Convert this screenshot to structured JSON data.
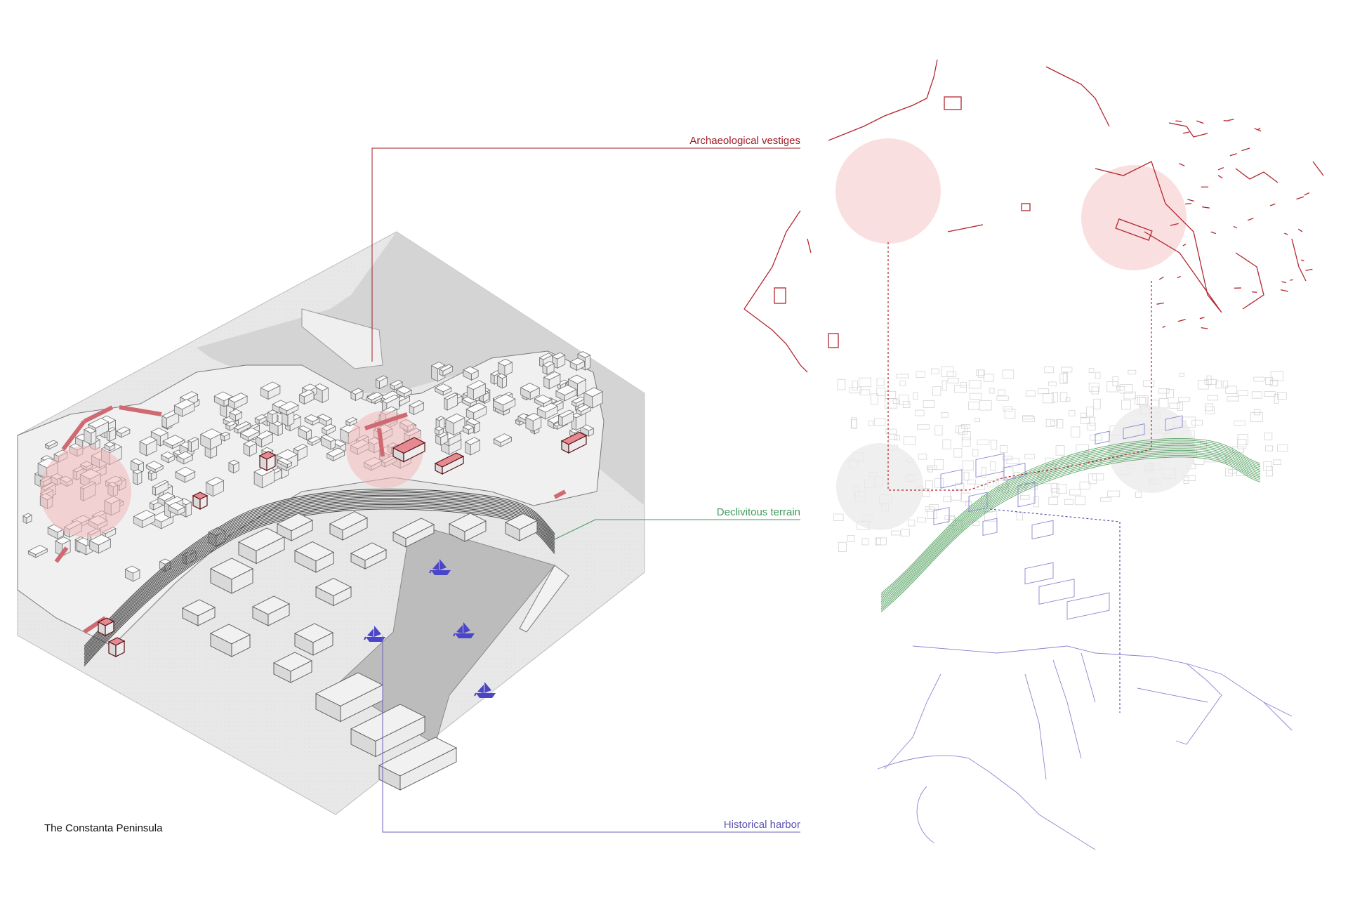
{
  "caption": "The Constanta Peninsula",
  "legend": {
    "archaeological": {
      "label": "Archaeological vestiges",
      "color": "#a01c24"
    },
    "terrain": {
      "label": "Declivitous terrain",
      "color": "#3f9a5a"
    },
    "harbor": {
      "label": "Historical harbor",
      "color": "#5a52b0"
    }
  },
  "colors": {
    "land": "#e6e6e6",
    "sea": "#c9c9c9",
    "building": "#f4f4f4",
    "highlight": "#f2b8ba"
  },
  "icons": [
    "ship-icon",
    "ship-icon",
    "ship-icon",
    "ship-icon"
  ]
}
